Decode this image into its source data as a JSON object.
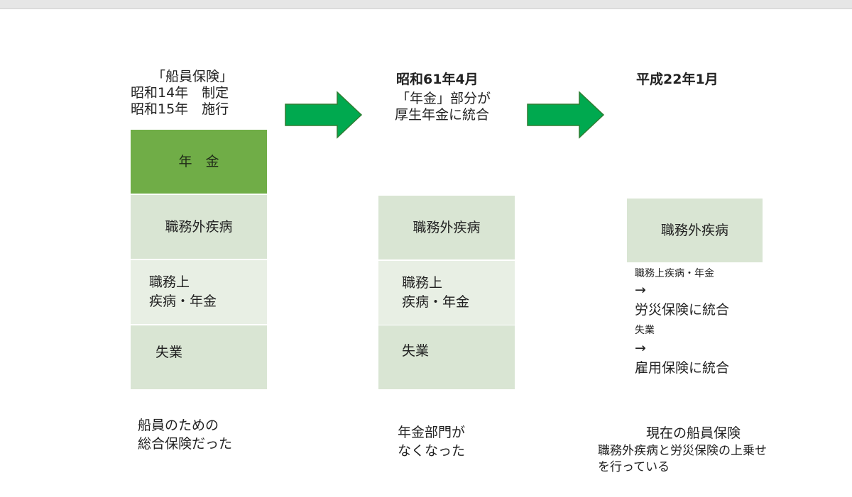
{
  "col1": {
    "title_lines": [
      "「船員保険」",
      "昭和14年　制定",
      "昭和15年　施行"
    ],
    "box_pension": "年　金",
    "box_nonwork": "職務外疾病",
    "box_work_lines": [
      "職務上",
      "疾病・年金"
    ],
    "box_unemployment": "失業",
    "caption_lines": [
      "船員のための",
      "総合保険だった"
    ]
  },
  "col2": {
    "date": "昭和61年4月",
    "subtitle_lines": [
      "「年金」部分が",
      "厚生年金に統合"
    ],
    "box_nonwork": "職務外疾病",
    "box_work_lines": [
      "職務上",
      "疾病・年金"
    ],
    "box_unemployment": "失業",
    "caption_lines": [
      "年金部門が",
      "なくなった"
    ]
  },
  "col3": {
    "date": "平成22年1月",
    "box_nonwork": "職務外疾病",
    "note1_small": "職務上疾病・年金",
    "note1_arrow": "→",
    "note1_target": "労災保険に統合",
    "note2_small": "失業",
    "note2_arrow": "→",
    "note2_target": "雇用保険に統合",
    "caption_title": "現在の船員保険",
    "caption_lines": [
      "職務外疾病と労災保険の上乗せ",
      "を行っている"
    ]
  },
  "colors": {
    "pension_box": "#70ad47",
    "box_medium": "#d9e5d3",
    "box_light": "#e8efe4",
    "arrow_fill": "#00a94f",
    "arrow_stroke": "#2e7d32"
  }
}
